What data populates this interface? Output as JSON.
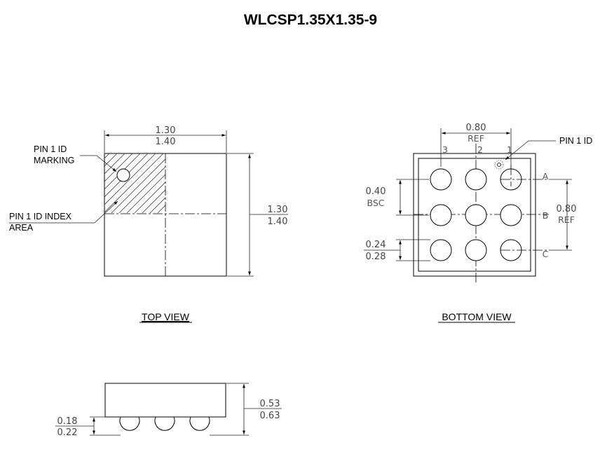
{
  "title": "WLCSP1.35X1.35-9",
  "top_view": {
    "caption": "TOP VIEW",
    "width_dim": {
      "min": "1.30",
      "max": "1.40"
    },
    "height_dim": {
      "min": "1.30",
      "max": "1.40"
    },
    "callout_marking": {
      "line1": "PIN 1 ID",
      "line2": "MARKING"
    },
    "callout_index": {
      "line1": "PIN 1 ID INDEX",
      "line2": "AREA"
    }
  },
  "bottom_view": {
    "caption": "BOTTOM VIEW",
    "pitch_span_dim": {
      "value": "0.80",
      "note": "REF"
    },
    "row_span_dim": {
      "value": "0.80",
      "note": "REF"
    },
    "pitch_dim": {
      "value": "0.40",
      "note": "BSC"
    },
    "ball_dim": {
      "min": "0.24",
      "max": "0.28"
    },
    "pin1_callout": "PIN 1 ID",
    "columns": [
      "3",
      "2",
      "1"
    ],
    "rows": [
      "A",
      "B",
      "C"
    ]
  },
  "side_view": {
    "height_dim": {
      "min": "0.53",
      "max": "0.63"
    },
    "standoff_dim": {
      "min": "0.18",
      "max": "0.22"
    }
  }
}
